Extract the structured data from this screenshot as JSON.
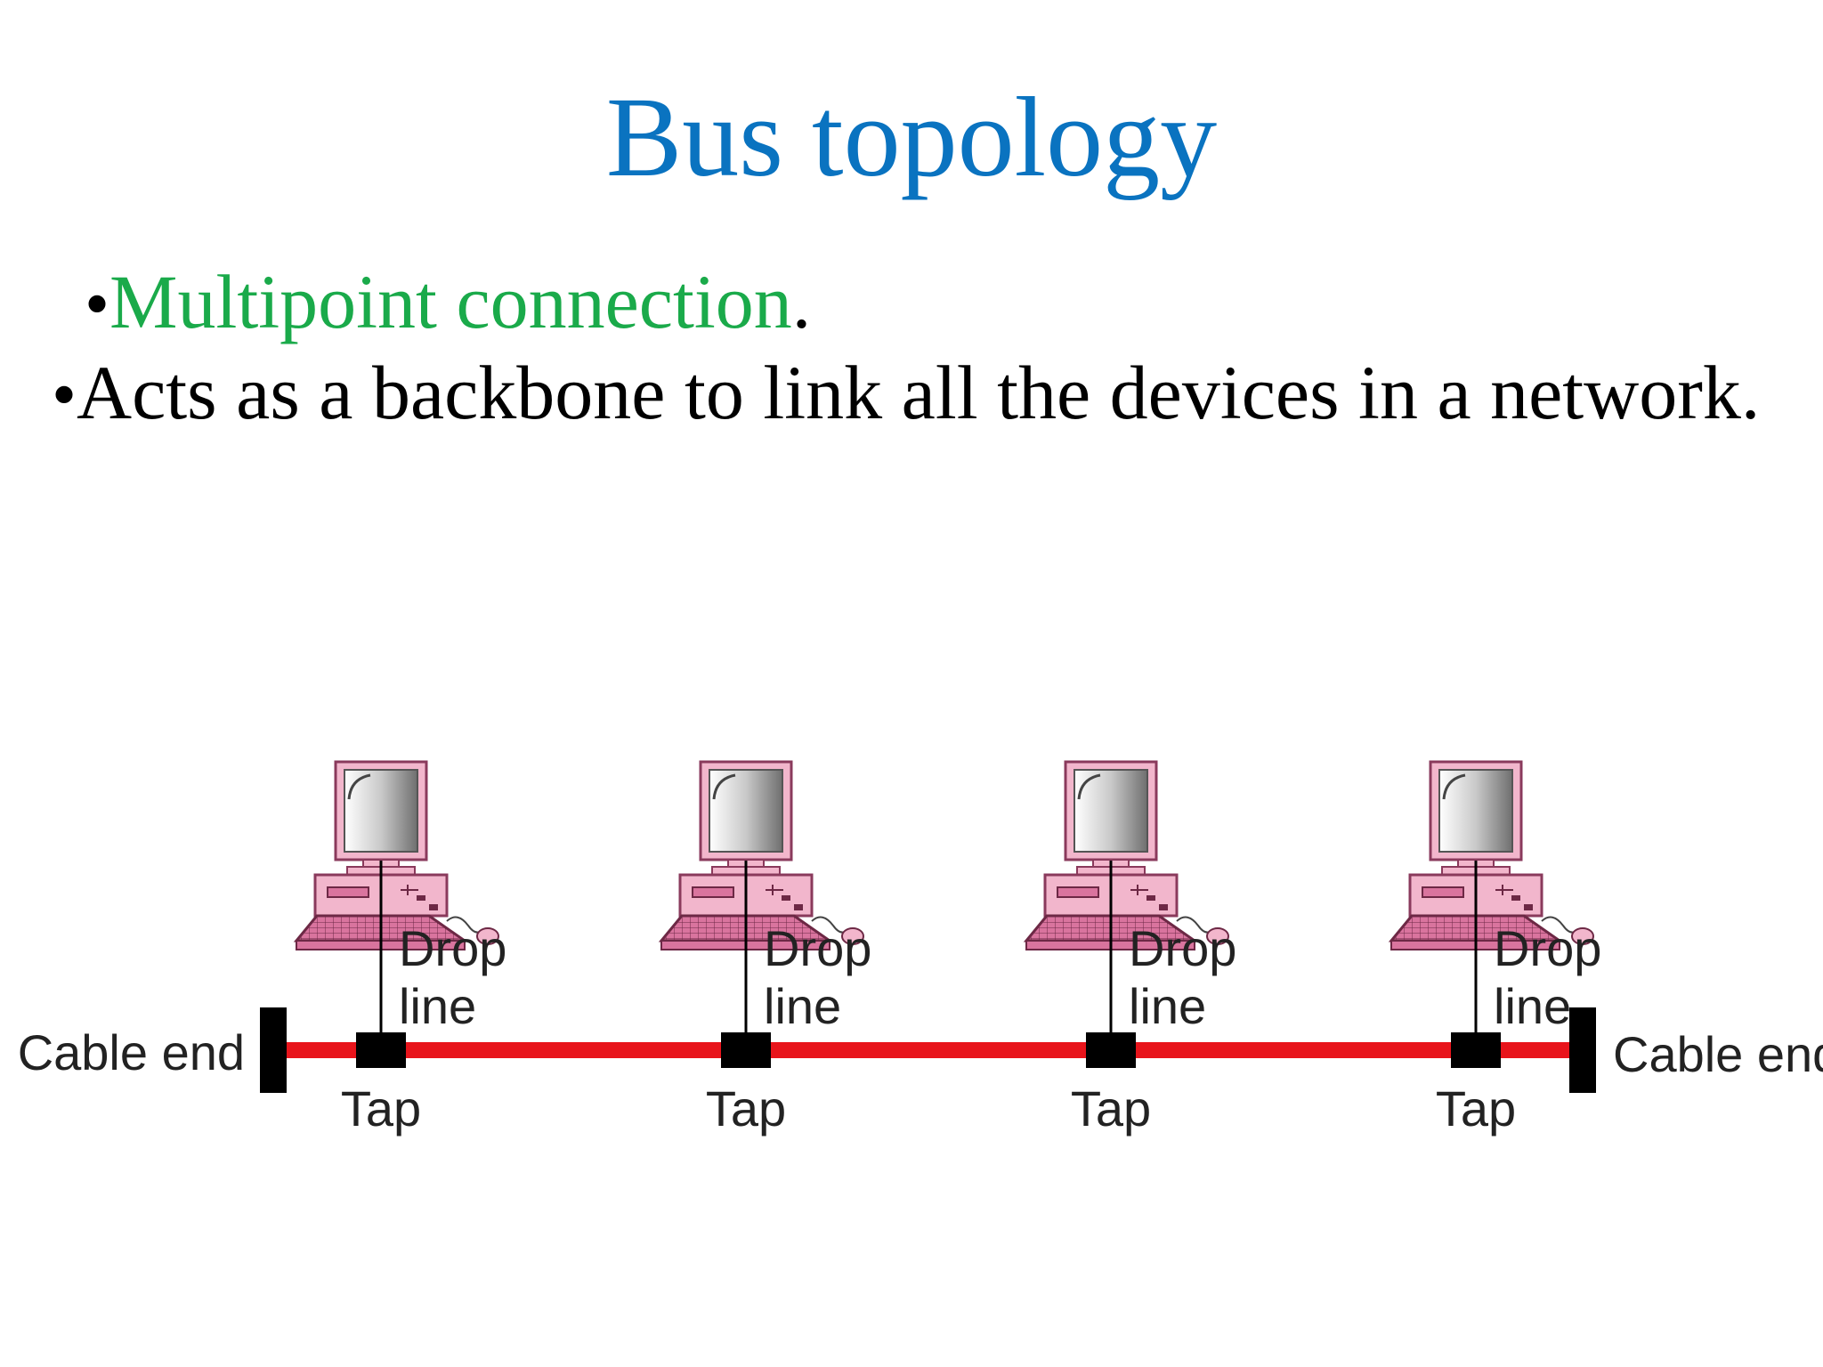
{
  "slide": {
    "title": "Bus topology",
    "bullets": [
      {
        "marker": "•",
        "text": "Multipoint connection",
        "suffix": "."
      },
      {
        "marker": "•",
        "text": "Acts as a backbone to link all the devices in a network."
      }
    ]
  },
  "diagram": {
    "cable_end_left": "Cable end",
    "cable_end_right": "Cable end",
    "nodes": [
      {
        "drop_line_1": "Drop",
        "drop_line_2": "line",
        "tap": "Tap"
      },
      {
        "drop_line_1": "Drop",
        "drop_line_2": "line",
        "tap": "Tap"
      },
      {
        "drop_line_1": "Drop",
        "drop_line_2": "line",
        "tap": "Tap"
      },
      {
        "drop_line_1": "Drop",
        "drop_line_2": "line",
        "tap": "Tap"
      }
    ]
  },
  "colors": {
    "title": "#0a73c0",
    "accent_green": "#1aaa4a",
    "bus": "#e8141b",
    "computer_body": "#f2b6cc",
    "computer_outline": "#8a3a5c",
    "keyboard": "#d9749e"
  },
  "icons": [
    "computer-icon"
  ]
}
